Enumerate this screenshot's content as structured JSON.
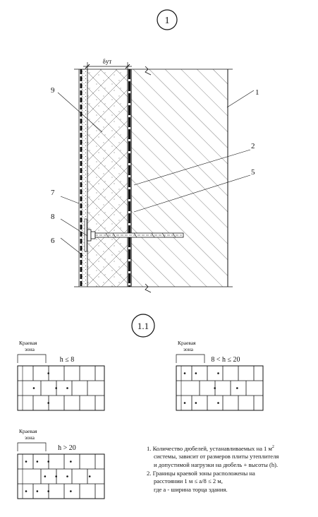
{
  "section_labels": {
    "main": "1",
    "detail": "1.1"
  },
  "dimension_label": "δут",
  "callouts": [
    "1",
    "2",
    "5",
    "9",
    "7",
    "8",
    "6"
  ],
  "edge_zone_label": [
    "Краевая",
    "зона"
  ],
  "walls": [
    {
      "label": "h ≤ 8",
      "dowel_rows": [
        [
          2
        ],
        [
          0,
          2,
          3
        ],
        [
          2
        ]
      ]
    },
    {
      "label": "8 < h ≤ 20",
      "dowel_rows": [
        [
          0,
          1,
          3
        ],
        [
          2,
          4
        ],
        [
          0,
          1,
          3
        ]
      ]
    },
    {
      "label": "h > 20",
      "dowel_rows": [
        [
          0,
          1,
          2,
          4
        ],
        [
          1,
          2,
          3,
          5
        ],
        [
          0,
          1,
          2,
          4
        ]
      ]
    }
  ],
  "notes": [
    {
      "num": "1.",
      "text": "Количество дюбелей, устанавливаемых на 1 м",
      "sup": "2",
      "lines": [
        "системы, зависит от размеров плиты утеплителя",
        "и допустимой нагрузки на дюбель + высоты (h)."
      ]
    },
    {
      "num": "2.",
      "text": "Границы краевой зоны расположены на",
      "sup": "",
      "lines": [
        "расстоянии 1 м ≤ а/8 ≤ 2 м,",
        "где а - ширина торца здания."
      ]
    }
  ]
}
